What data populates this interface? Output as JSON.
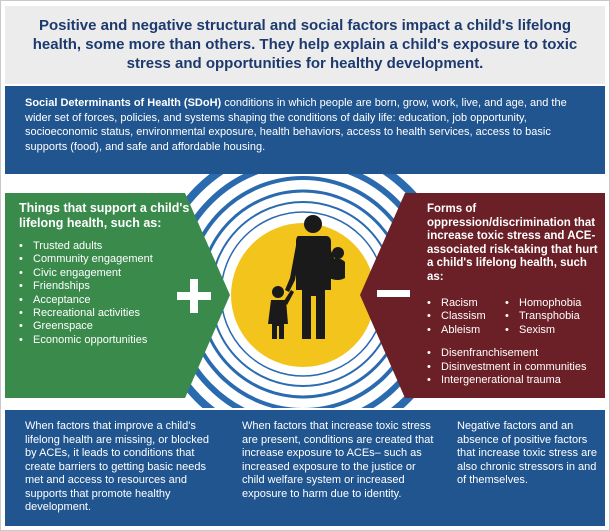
{
  "headline": "Positive and negative structural and social factors impact a child's lifelong health, some more than others. They help explain a child's exposure to toxic stress and opportunities for healthy development.",
  "sdoh": {
    "term": "Social Determinants of Health (SDoH)",
    "definition": " conditions in which people are born, grow, work, live, and age, and the wider set of forces, policies, and systems shaping the conditions of daily life: education, job opportunity, socioeconomic status, environmental exposure, health behaviors, access to health services, access to basic supports (food), and safe and affordable housing."
  },
  "positive": {
    "title": "Things that support a child's lifelong health, such as:",
    "items": [
      "Trusted adults",
      "Community engagement",
      "Civic engagement",
      "Friendships",
      "Acceptance",
      "Recreational activities",
      "Greenspace",
      "Economic opportunities"
    ]
  },
  "negative": {
    "title": "Forms of oppression/discrimination that increase toxic stress and ACE-associated risk-taking that hurt a child's lifelong health, such as:",
    "col1": [
      "Racism",
      "Classism",
      "Ableism"
    ],
    "col2": [
      "Homophobia",
      "Transphobia",
      "Sexism"
    ],
    "items": [
      "Disenfranchisement",
      "Disinvestment in communities",
      "Intergenerational trauma"
    ]
  },
  "bottom": {
    "col1": "When factors that improve a child's lifelong health are missing, or blocked by ACEs, it leads to conditions that create barriers to getting basic needs met and access to resources and supports that promote healthy development.",
    "col2": "When factors that increase toxic stress are present, conditions are created that increase exposure to ACEs– such as increased exposure to the justice or child welfare system or increased exposure to harm due to identity.",
    "col3": "Negative factors and an absence of positive factors that increase toxic stress are also chronic stressors in and of themselves."
  },
  "colors": {
    "navy": "#1d3a6e",
    "blue": "#21558f",
    "green": "#3a8a4c",
    "maroon": "#6b1f26",
    "yellow": "#f2c41c",
    "ring_blue": "#2a6bb0"
  },
  "icons": {
    "plus": "plus-icon",
    "minus": "minus-icon",
    "family": "adult-holding-baby-and-child-icon"
  }
}
